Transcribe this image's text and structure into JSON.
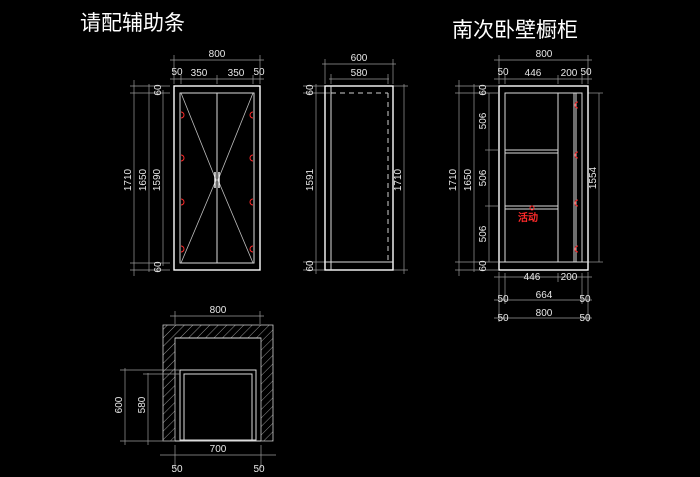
{
  "titles": {
    "left": "请配辅助条",
    "right": "南次卧壁橱柜"
  },
  "notes": {
    "huodong": "活动"
  },
  "front_elevation": {
    "top_overall": "800",
    "top_parts": [
      "50",
      "350",
      "350",
      "50"
    ],
    "left_outer": "1710",
    "left_mid": "1650",
    "left_inner": "1590",
    "top_gap": "60",
    "bottom_gap": "60"
  },
  "side_elevation": {
    "top_overall": "600",
    "top_inner": "580",
    "left_dim": "1591",
    "right_dim": "1710",
    "top_gap": "60",
    "bottom_gap": "60"
  },
  "interior_elevation": {
    "top_overall": "800",
    "top_parts": [
      "50",
      "446",
      "200",
      "50"
    ],
    "left_outer": "1710",
    "left_mid": "1650",
    "shelf_dims": [
      "506",
      "506",
      "506"
    ],
    "right_dim": "1554",
    "top_gap": "60",
    "bottom_gap": "60",
    "bottom_parts": [
      "446",
      "200"
    ],
    "bottom_inner": "664",
    "bottom_inner_side": [
      "50",
      "50"
    ],
    "bottom_overall": "800",
    "bottom_overall_side": [
      "50",
      "50"
    ]
  },
  "plan": {
    "top_overall": "800",
    "left_outer": "600",
    "left_inner": "580",
    "bottom_inner": "700",
    "bottom_sides": [
      "50",
      "50"
    ]
  }
}
